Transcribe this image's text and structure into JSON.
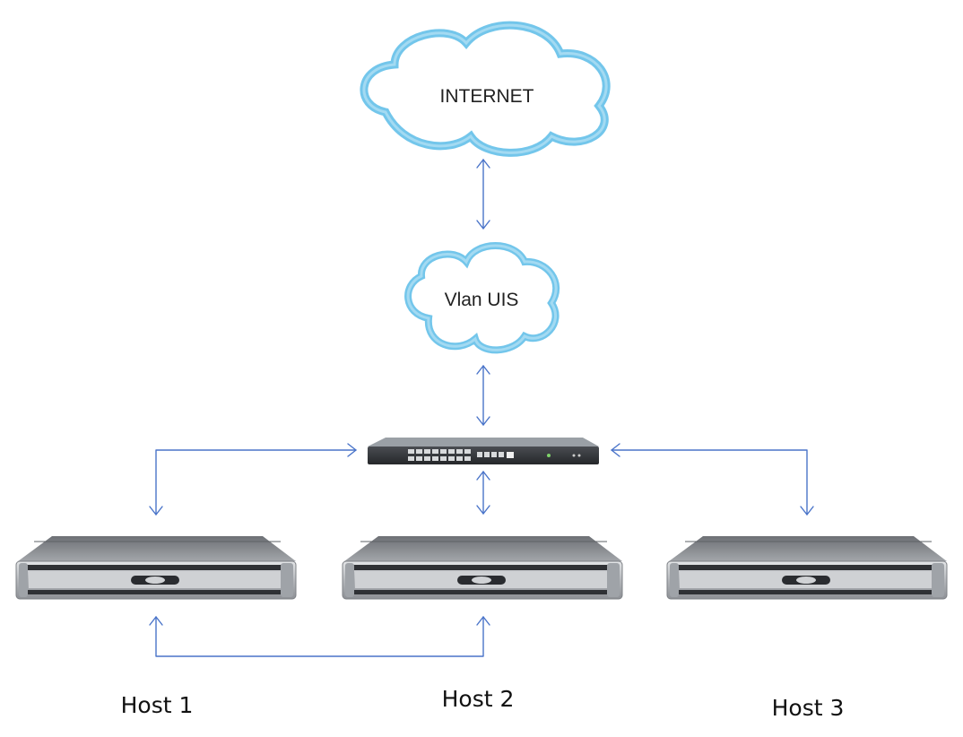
{
  "diagram": {
    "nodes": {
      "internet": {
        "label": "INTERNET",
        "kind": "cloud"
      },
      "vlan": {
        "label": "Vlan UIS",
        "kind": "cloud"
      },
      "switch": {
        "kind": "network-switch"
      },
      "hosts": [
        {
          "id": "host1",
          "label": "Host 1",
          "kind": "rack-server"
        },
        {
          "id": "host2",
          "label": "Host 2",
          "kind": "rack-server"
        },
        {
          "id": "host3",
          "label": "Host 3",
          "kind": "rack-server"
        }
      ]
    },
    "links": [
      {
        "from": "internet",
        "to": "vlan",
        "direction": "bidirectional"
      },
      {
        "from": "vlan",
        "to": "switch",
        "direction": "bidirectional"
      },
      {
        "from": "switch",
        "to": "host1",
        "direction": "bidirectional"
      },
      {
        "from": "switch",
        "to": "host2",
        "direction": "bidirectional"
      },
      {
        "from": "switch",
        "to": "host3",
        "direction": "bidirectional"
      },
      {
        "from": "host1",
        "to": "host2",
        "direction": "bidirectional"
      }
    ],
    "colors": {
      "link": "#4a74c9",
      "cloud_stroke": "#6cc3ea",
      "cloud_fill": "#ffffff",
      "server_body": "#b9bcc0",
      "switch_body": "#3a3d42"
    }
  }
}
